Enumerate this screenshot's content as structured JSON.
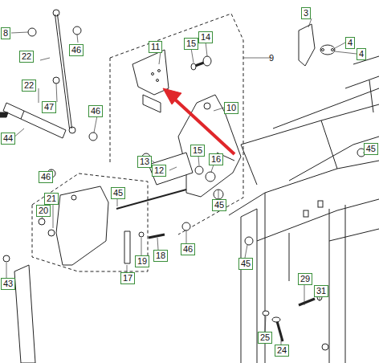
{
  "diagram": {
    "labels": [
      "8",
      "22",
      "46",
      "22",
      "47",
      "46",
      "44",
      "11",
      "15",
      "14",
      "9",
      "3",
      "4",
      "4",
      "45",
      "10",
      "13",
      "12",
      "15",
      "16",
      "46",
      "45",
      "21",
      "20",
      "45",
      "19",
      "18",
      "17",
      "46",
      "45",
      "43",
      "29",
      "31",
      "25",
      "24"
    ]
  }
}
